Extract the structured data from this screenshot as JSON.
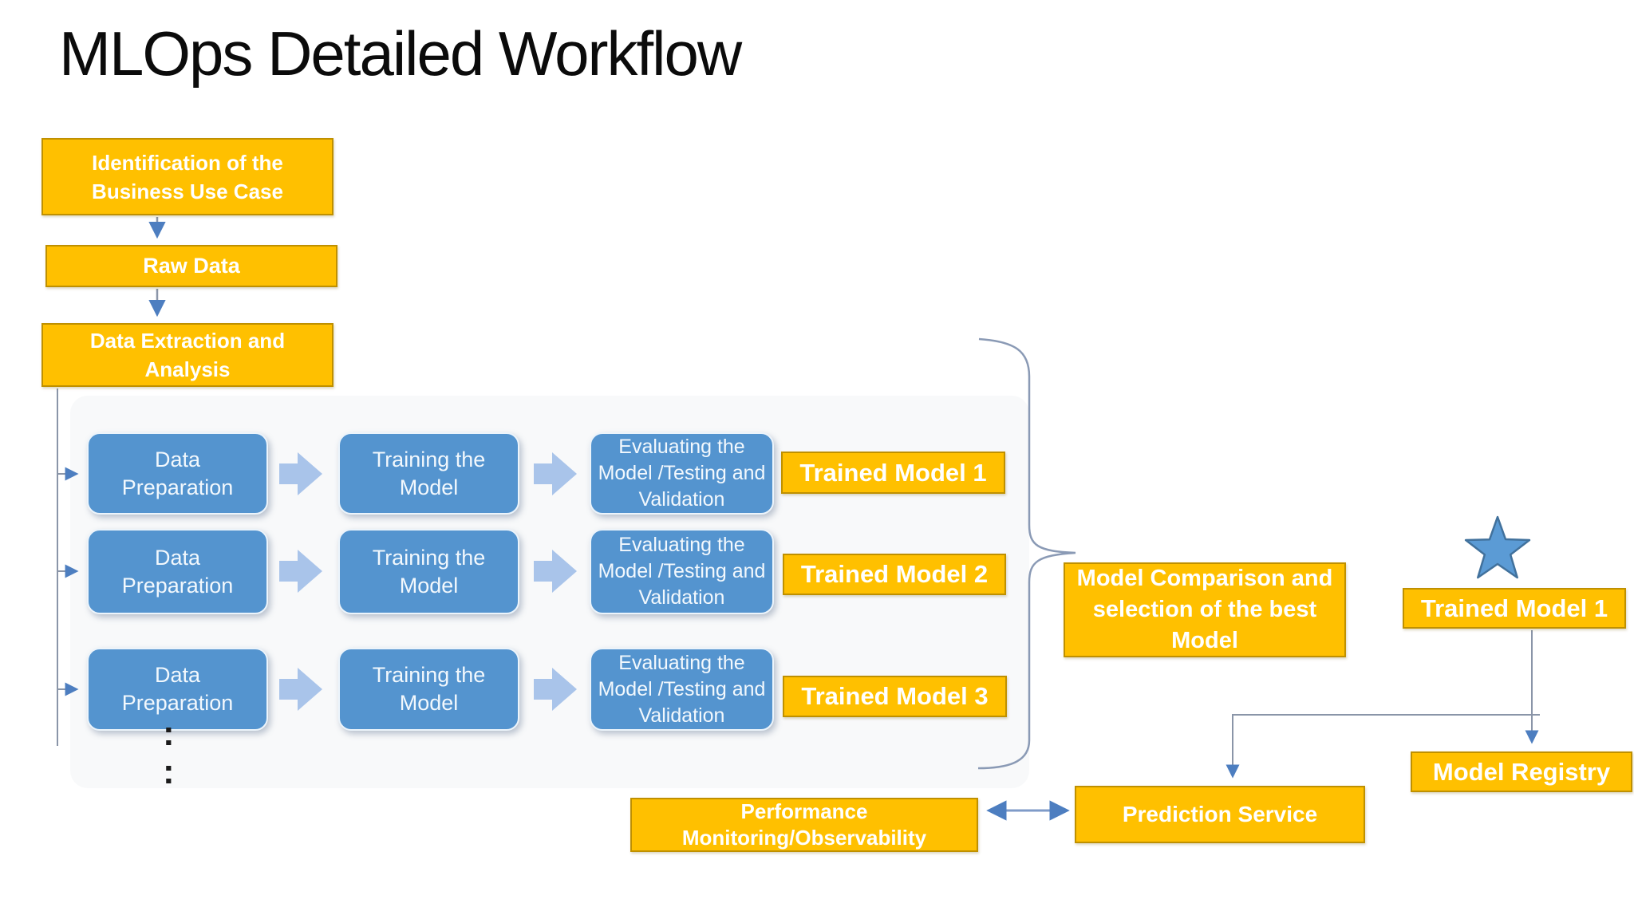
{
  "title": "MLOps Detailed Workflow",
  "flow": {
    "identification": "Identification of the Business Use Case",
    "raw_data": "Raw Data",
    "data_extraction": "Data Extraction and Analysis"
  },
  "rows": [
    {
      "stages": [
        "Data Preparation",
        "Training the Model",
        "Evaluating the Model /Testing and Validation"
      ],
      "output": "Trained Model 1"
    },
    {
      "stages": [
        "Data Preparation",
        "Training the Model",
        "Evaluating the Model /Testing and Validation"
      ],
      "output": "Trained Model 2"
    },
    {
      "stages": [
        "Data Preparation",
        "Training the Model",
        "Evaluating the Model /Testing and Validation"
      ],
      "output": "Trained Model 3"
    }
  ],
  "selection": {
    "model_comparison": "Model Comparison and selection of the best Model",
    "best_model": "Trained Model 1"
  },
  "deployment": {
    "model_registry": "Model Registry",
    "prediction_service": "Prediction Service",
    "performance_monitoring": "Performance Monitoring/Observability"
  },
  "decor": {
    "ellipsis": ":"
  },
  "colors": {
    "accent_orange": "#FFC000",
    "orange_border": "#BF9000",
    "accent_blue": "#5494CF",
    "block_arrow": "#A9C4EA",
    "connector": "#8A95A8",
    "arrowhead": "#4D7EC0",
    "star_fill": "#5B9BD5",
    "star_border": "#41719C"
  }
}
